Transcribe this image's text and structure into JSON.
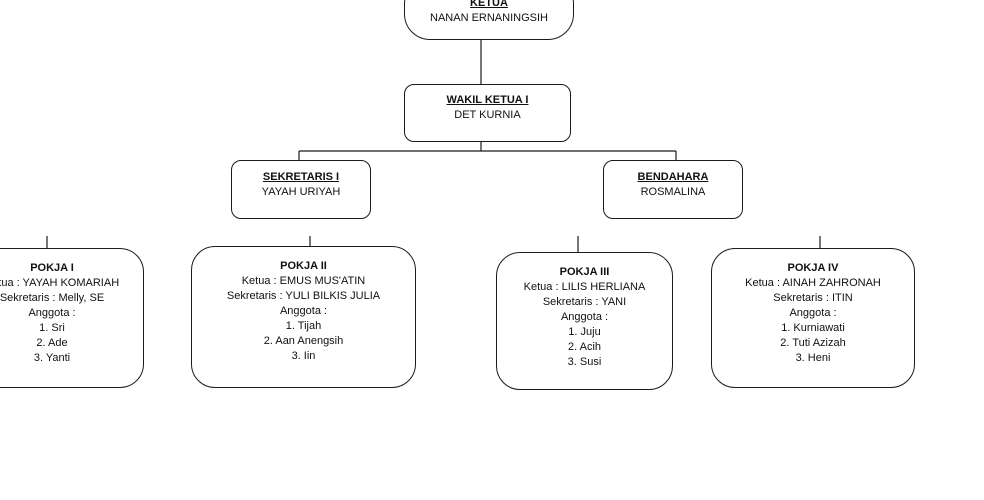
{
  "ketua": {
    "title": "KETUA",
    "name": "NANAN ERNANINGSIH"
  },
  "wakil": {
    "title": "WAKIL KETUA I",
    "name": "DET KURNIA"
  },
  "sekretaris": {
    "title": "SEKRETARIS I",
    "name": "YAYAH URIYAH"
  },
  "bendahara": {
    "title": "BENDAHARA",
    "name": "ROSMALINA"
  },
  "pokja": [
    {
      "title": "POKJA I",
      "ketua": "Ketua : YAYAH KOMARIAH",
      "sekretaris": "Sekretaris : Melly, SE",
      "anggota_label": "Anggota :",
      "members": [
        "1. Sri",
        "2. Ade",
        "3. Yanti"
      ]
    },
    {
      "title": "POKJA II",
      "ketua": "Ketua : EMUS MUS'ATIN",
      "sekretaris": "Sekretaris : YULI BILKIS JULIA",
      "anggota_label": "Anggota :",
      "members": [
        "1. Tijah",
        "2. Aan Anengsih",
        "3. Iin"
      ]
    },
    {
      "title": "POKJA III",
      "ketua": "Ketua : LILIS HERLIANA",
      "sekretaris": "Sekretaris : YANI",
      "anggota_label": "Anggota :",
      "members": [
        "1. Juju",
        "2. Acih",
        "3. Susi"
      ]
    },
    {
      "title": "POKJA IV",
      "ketua": "Ketua : AINAH ZAHRONAH",
      "sekretaris": "Sekretaris : ITIN",
      "anggota_label": "Anggota :",
      "members": [
        "1. Kurniawati",
        "2. Tuti Azizah",
        "3. Heni"
      ]
    }
  ]
}
